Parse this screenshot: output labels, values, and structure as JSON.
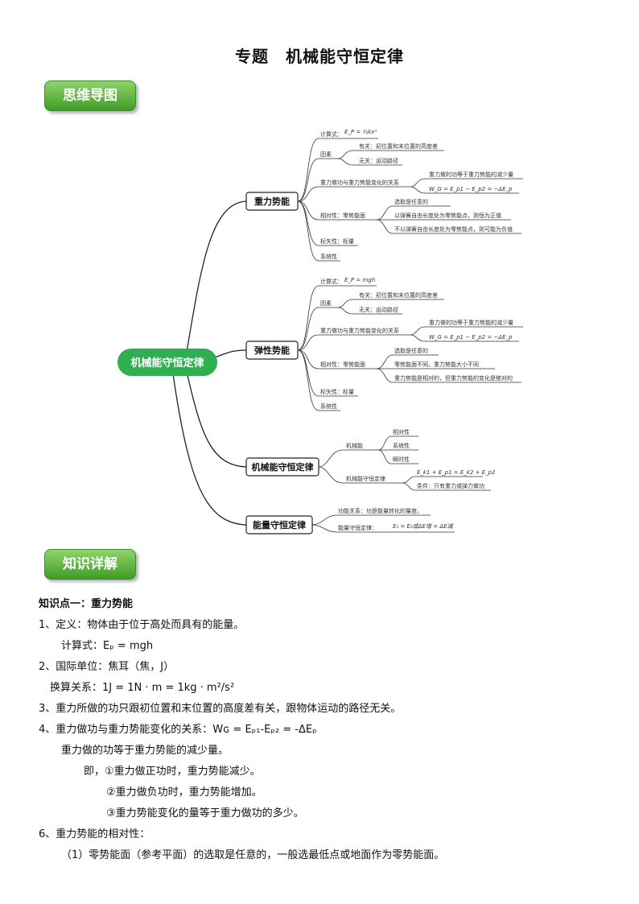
{
  "title": "专题　机械能守恒定律",
  "badges": {
    "mindmap": "思维导图",
    "knowledge": "知识详解"
  },
  "mindmap": {
    "center": "机械能守恒定律",
    "branches": [
      {
        "label": "重力势能",
        "items": {
          "calc": "计算式：",
          "calc_formula": "E_P = ½kx²",
          "factors": "因素",
          "related": "有关：初位置和末位置的高度差",
          "unrelated": "无关：运动路径",
          "work_rel": "重力做功与重力势能变化的关系",
          "work_rel_1": "重力做的功等于重力势能的减少量",
          "work_rel_2": "W_G = E_p1 − E_p2 = −ΔE_p",
          "relativity": "相对性：零势能面",
          "rel_1": "选取是任意的",
          "rel_2": "以弹簧自由长度处为零势能点，则恒为正值",
          "rel_3": "不以弹簧自由长度处为零势能点，则可能为负值",
          "scalar": "标矢性：标量",
          "system": "系统性"
        }
      },
      {
        "label": "弹性势能",
        "items": {
          "calc": "计算式：",
          "calc_formula": "E_P = mgh",
          "factors": "因素",
          "related": "有关：初位置和末位置的高度差",
          "unrelated": "无关：运动路径",
          "work_rel": "重力做功与重力势能变化的关系",
          "work_rel_1": "重力做的功等于重力势能的减少量",
          "work_rel_2": "W_G = E_p1 − E_p2 = −ΔE_p",
          "relativity": "相对性：零势能面",
          "rel_1": "选取是任意的",
          "rel_2": "零势能面不同，重力势能大小不同",
          "rel_3": "重力势能是相对的，但重力势能的变化是绝对的",
          "scalar": "标矢性：标量",
          "system": "系统性"
        }
      },
      {
        "label": "机械能守恒定律",
        "items": {
          "mech": "机械能",
          "m1": "相对性",
          "m2": "系统性",
          "m3": "瞬时性",
          "law": "机械能守恒定律",
          "l1": "E_k1 + E_p1 = E_k2 + E_p2",
          "l2": "条件：只有重力或弹力做功"
        }
      },
      {
        "label": "能量守恒定律",
        "items": {
          "func": "功能关系：功是能量转化的量度。",
          "law": "能量守恒定律：",
          "law_formula": "E₁ = E₂或ΔE增 = ΔE减"
        }
      }
    ]
  },
  "content": {
    "point1": "知识点一：重力势能",
    "l1": "1、定义：物体由于位于高处而具有的能量。",
    "l2": "计算式：Eₚ = mgh",
    "l3": "2、国际单位：焦耳（焦，J）",
    "l4": "换算关系：1J = 1N · m = 1kg · m²/s²",
    "l5": "3、重力所做的功只跟初位置和末位置的高度差有关，跟物体运动的路径无关。",
    "l6": "4、重力做功与重力势能变化的关系：Wɢ = Eₚ₁-Eₚ₂ = -ΔEₚ",
    "l7": "重力做的功等于重力势能的减少量。",
    "l8": "即，①重力做正功时，重力势能减少。",
    "l9": "②重力做负功时，重力势能增加。",
    "l10": "③重力势能变化的量等于重力做功的多少。",
    "l11": "6、重力势能的相对性：",
    "l12": "（1）零势能面（参考平面）的选取是任意的，一般选最低点或地面作为零势能面。"
  },
  "colors": {
    "green_badge": "#4caa2f",
    "center_node": "#2fae52"
  }
}
